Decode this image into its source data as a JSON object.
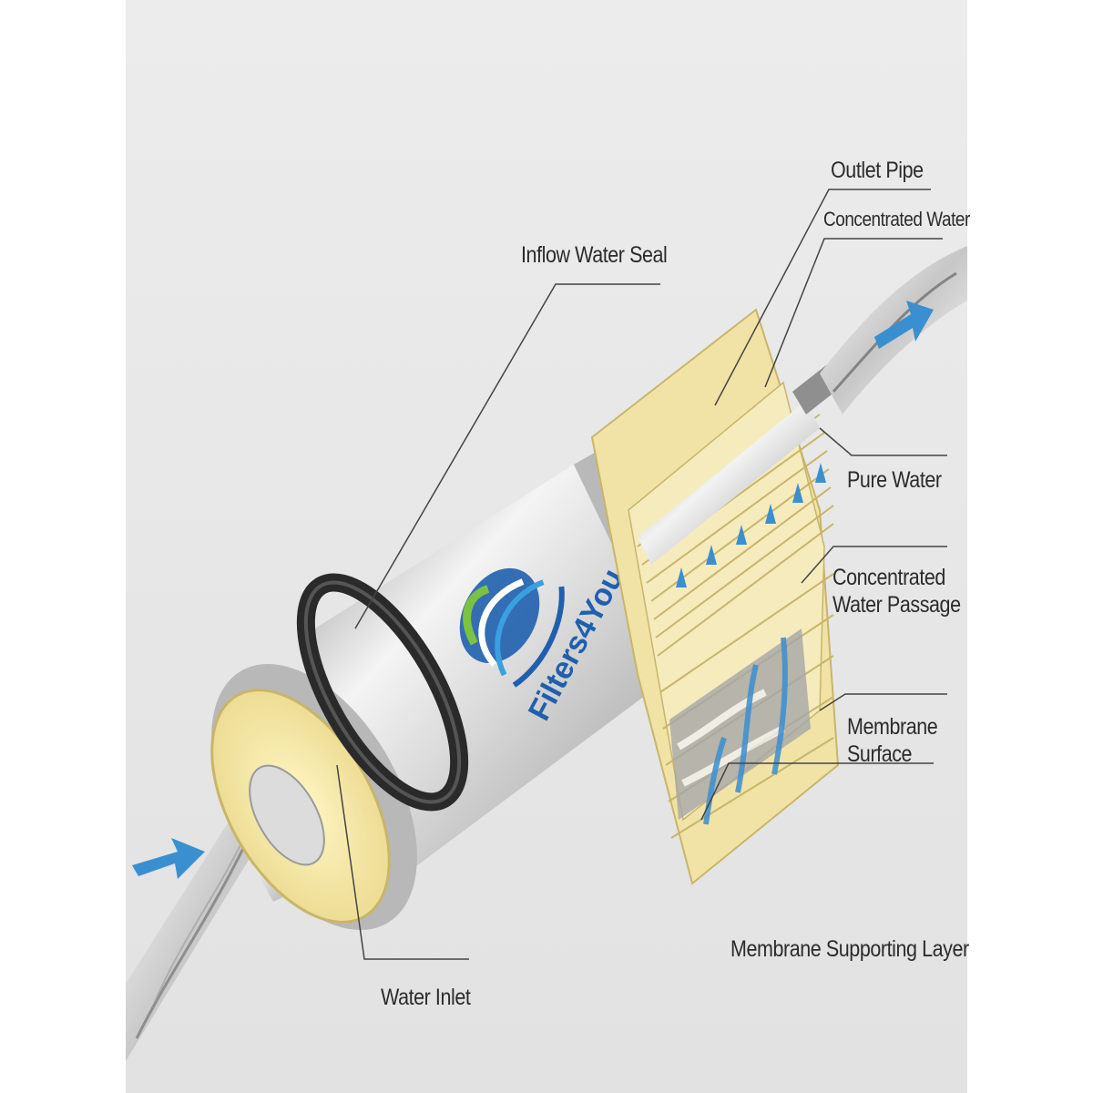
{
  "diagram": {
    "labels": {
      "outlet_pipe": "Outlet Pipe",
      "concentrated_water": "Concentrated Water",
      "inflow_water_seal": "Inflow Water Seal",
      "pure_water": "Pure Water",
      "concentrated_water_passage_1": "Concentrated",
      "concentrated_water_passage_2": "Water Passage",
      "membrane_surface_1": "Membrane",
      "membrane_surface_2": "Surface",
      "membrane_supporting_layer": "Membrane Supporting Layer",
      "water_inlet": "Water Inlet"
    },
    "logo_text": "Filters4You"
  },
  "colors": {
    "background": "#e6e6e6",
    "membrane_yellow": "#f1e3a6",
    "membrane_yellow_dark": "#c9b56a",
    "housing_silver": "#c8c8c8",
    "flow_blue": "#3a8fd0",
    "seal_black": "#2a2a2a",
    "logo_green": "#7cc242",
    "logo_blue": "#1f5fae"
  },
  "icons": [
    "flow-arrow-icon",
    "logo-icon"
  ]
}
